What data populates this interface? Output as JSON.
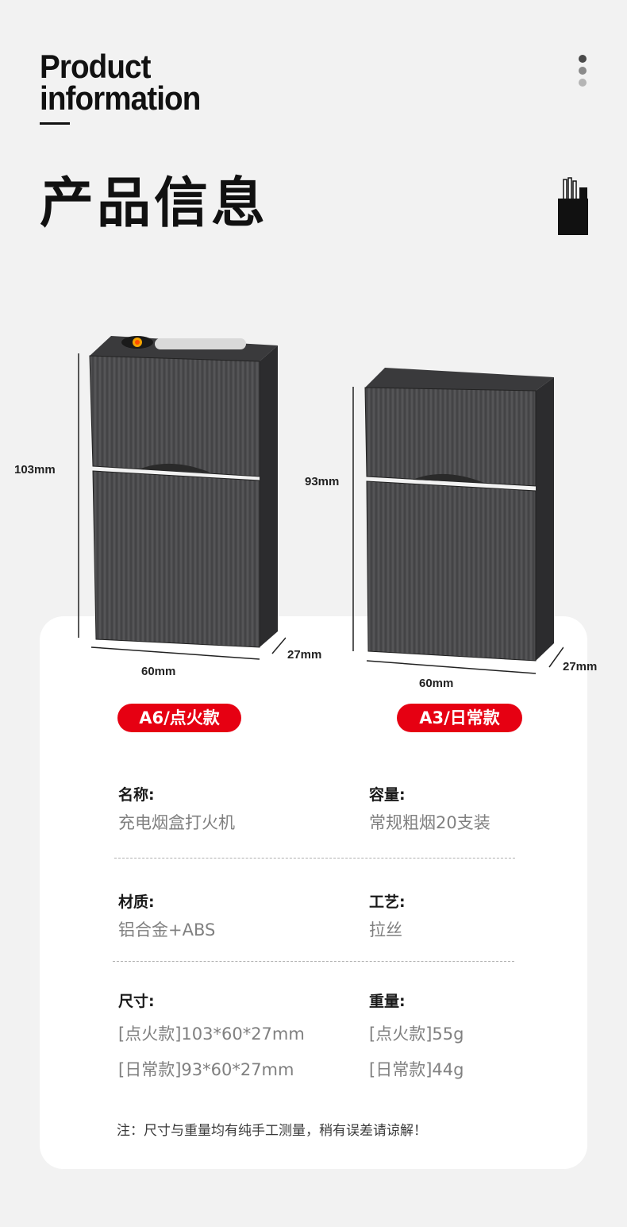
{
  "header": {
    "eng_title_line1": "Product",
    "eng_title_line2": "information",
    "cn_title": "产品信息"
  },
  "products": [
    {
      "model_label": "A6/点火款",
      "height_label": "103mm",
      "width_label": "60mm",
      "depth_label": "27mm"
    },
    {
      "model_label": "A3/日常款",
      "height_label": "93mm",
      "width_label": "60mm",
      "depth_label": "27mm"
    }
  ],
  "specs": {
    "name_label": "名称:",
    "name_value": "充电烟盒打火机",
    "capacity_label": "容量:",
    "capacity_value": "常规粗烟20支装",
    "material_label": "材质:",
    "material_value": "铝合金+ABS",
    "craft_label": "工艺:",
    "craft_value": "拉丝",
    "size_label": "尺寸:",
    "size_value_1": "[点火款]103*60*27mm",
    "size_value_2": "[日常款]93*60*27mm",
    "weight_label": "重量:",
    "weight_value_1": "[点火款]55g",
    "weight_value_2": "[日常款]44g"
  },
  "note": "注：尺寸与重量均有纯手工测量，稍有误差请谅解！",
  "colors": {
    "background": "#f2f2f2",
    "card": "#ffffff",
    "accent_red": "#e60012",
    "box_metal": "#4a4a4c",
    "value_gray": "#808080"
  }
}
